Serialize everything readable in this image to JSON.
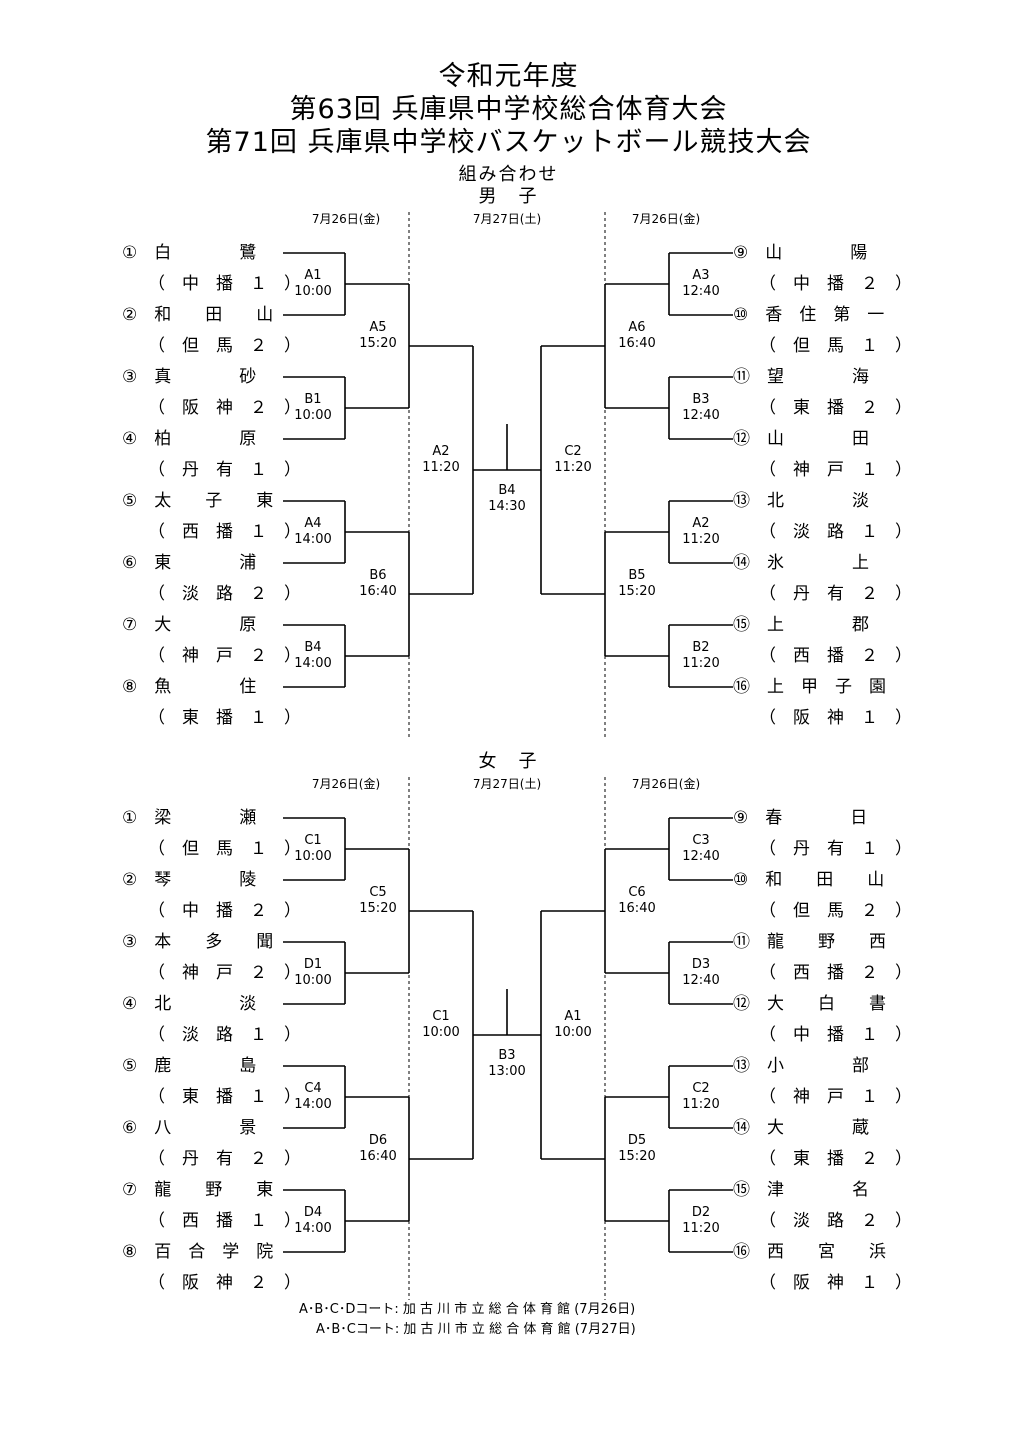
{
  "titles": {
    "line1": "令和元年度",
    "line2": "第63回 兵庫県中学校総合体育大会",
    "line3": "第71回 兵庫県中学校バスケットボール競技大会",
    "subtitle": "組み合わせ"
  },
  "dates": {
    "day1": "7月26日(金)",
    "day2": "7月27日(土)"
  },
  "boys": {
    "label": "男　子",
    "left_teams": [
      {
        "name": "①　白　　　　鷺",
        "region": "（　中　播　１　）"
      },
      {
        "name": "②　和　　田　　山",
        "region": "（　但　馬　２　）"
      },
      {
        "name": "③　真　　　　砂",
        "region": "（　阪　神　２　）"
      },
      {
        "name": "④　柏　　　　原",
        "region": "（　丹　有　１　）"
      },
      {
        "name": "⑤　太　　子　　東",
        "region": "（　西　播　１　）"
      },
      {
        "name": "⑥　東　　　　浦",
        "region": "（　淡　路　２　）"
      },
      {
        "name": "⑦　大　　　　原",
        "region": "（　神　戸　２　）"
      },
      {
        "name": "⑧　魚　　　　住",
        "region": "（　東　播　１　）"
      }
    ],
    "right_teams": [
      {
        "name": "⑨　山　　　　陽",
        "region": "（　中　播　２　）"
      },
      {
        "name": "⑩　香　住　第　一",
        "region": "（　但　馬　１　）"
      },
      {
        "name": "⑪　望　　　　海",
        "region": "（　東　播　２　）"
      },
      {
        "name": "⑫　山　　　　田",
        "region": "（　神　戸　１　）"
      },
      {
        "name": "⑬　北　　　　淡",
        "region": "（　淡　路　１　）"
      },
      {
        "name": "⑭　氷　　　　上",
        "region": "（　丹　有　２　）"
      },
      {
        "name": "⑮　上　　　　郡",
        "region": "（　西　播　２　）"
      },
      {
        "name": "⑯　上　甲　子　園",
        "region": "（　阪　神　１　）"
      }
    ],
    "left_r1": [
      [
        "A1",
        "10:00"
      ],
      [
        "B1",
        "10:00"
      ],
      [
        "A4",
        "14:00"
      ],
      [
        "B4",
        "14:00"
      ]
    ],
    "left_r2": [
      [
        "A5",
        "15:20"
      ],
      [
        "B6",
        "16:40"
      ]
    ],
    "left_r3": [
      "A2",
      "11:20"
    ],
    "final": [
      "B4",
      "14:30"
    ],
    "right_r3": [
      "C2",
      "11:20"
    ],
    "right_r2": [
      [
        "A6",
        "16:40"
      ],
      [
        "B5",
        "15:20"
      ]
    ],
    "right_r1": [
      [
        "A3",
        "12:40"
      ],
      [
        "B3",
        "12:40"
      ],
      [
        "A2",
        "11:20"
      ],
      [
        "B2",
        "11:20"
      ]
    ]
  },
  "girls": {
    "label": "女　子",
    "left_teams": [
      {
        "name": "①　梁　　　　瀬",
        "region": "（　但　馬　１　）"
      },
      {
        "name": "②　琴　　　　陵",
        "region": "（　中　播　２　）"
      },
      {
        "name": "③　本　　多　　聞",
        "region": "（　神　戸　２　）"
      },
      {
        "name": "④　北　　　　淡",
        "region": "（　淡　路　１　）"
      },
      {
        "name": "⑤　鹿　　　　島",
        "region": "（　東　播　１　）"
      },
      {
        "name": "⑥　八　　　　景",
        "region": "（　丹　有　２　）"
      },
      {
        "name": "⑦　龍　　野　　東",
        "region": "（　西　播　１　）"
      },
      {
        "name": "⑧　百　合　学　院",
        "region": "（　阪　神　２　）"
      }
    ],
    "right_teams": [
      {
        "name": "⑨　春　　　　日",
        "region": "（　丹　有　１　）"
      },
      {
        "name": "⑩　和　　田　　山",
        "region": "（　但　馬　２　）"
      },
      {
        "name": "⑪　龍　　野　　西",
        "region": "（　西　播　２　）"
      },
      {
        "name": "⑫　大　　白　　書",
        "region": "（　中　播　１　）"
      },
      {
        "name": "⑬　小　　　　部",
        "region": "（　神　戸　１　）"
      },
      {
        "name": "⑭　大　　　　蔵",
        "region": "（　東　播　２　）"
      },
      {
        "name": "⑮　津　　　　名",
        "region": "（　淡　路　２　）"
      },
      {
        "name": "⑯　西　　宮　　浜",
        "region": "（　阪　神　１　）"
      }
    ],
    "left_r1": [
      [
        "C1",
        "10:00"
      ],
      [
        "D1",
        "10:00"
      ],
      [
        "C4",
        "14:00"
      ],
      [
        "D4",
        "14:00"
      ]
    ],
    "left_r2": [
      [
        "C5",
        "15:20"
      ],
      [
        "D6",
        "16:40"
      ]
    ],
    "left_r3": [
      "C1",
      "10:00"
    ],
    "final": [
      "B3",
      "13:00"
    ],
    "right_r3": [
      "A1",
      "10:00"
    ],
    "right_r2": [
      [
        "C6",
        "16:40"
      ],
      [
        "D5",
        "15:20"
      ]
    ],
    "right_r1": [
      [
        "C3",
        "12:40"
      ],
      [
        "D3",
        "12:40"
      ],
      [
        "C2",
        "11:20"
      ],
      [
        "D2",
        "11:20"
      ]
    ]
  },
  "footer": {
    "line1": "A･B･C･Dコート: 加 古 川 市 立 総 合 体 育 館 (7月26日)",
    "line2": "A･B･Cコート: 加 古 川 市 立 総 合 体 育 館 (7月27日)"
  }
}
